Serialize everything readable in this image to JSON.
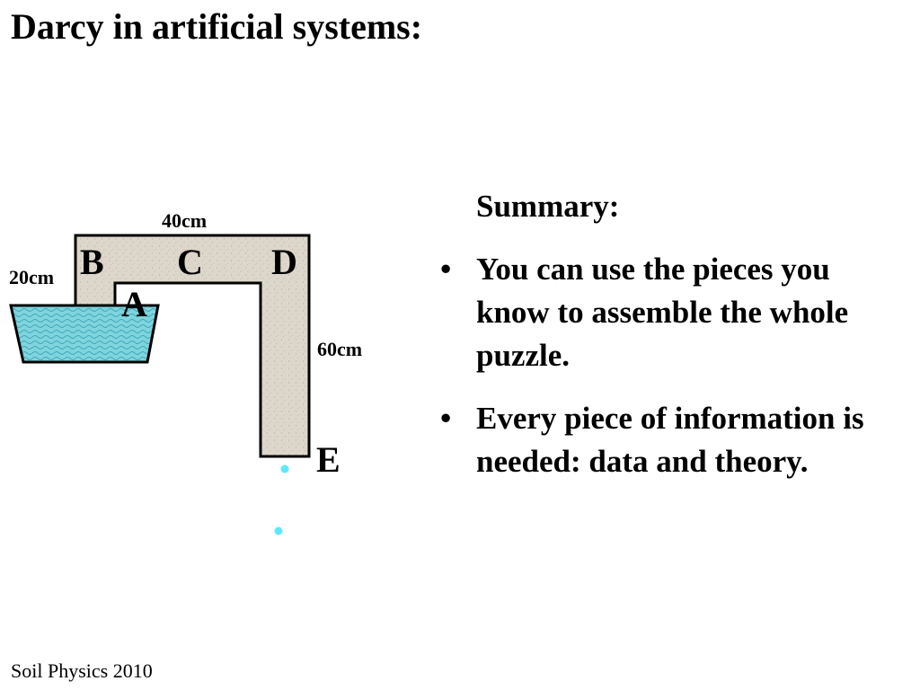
{
  "slide": {
    "title": "Darcy in artificial systems:",
    "footer": "Soil Physics 2010"
  },
  "diagram": {
    "dimensions": {
      "top_length": "40cm",
      "left_height": "20cm",
      "right_height": "60cm"
    },
    "points": {
      "a": "A",
      "b": "B",
      "c": "C",
      "d": "D",
      "e": "E"
    },
    "colors": {
      "soil": "#ddd6cb",
      "water": "#7fd4de",
      "drop": "#5ee8ff"
    }
  },
  "summary": {
    "heading": "Summary:",
    "bullet_mark": "•",
    "bullets": [
      "You can use the pieces you know to assemble the whole puzzle.",
      "Every piece of information is needed: data and theory."
    ]
  }
}
